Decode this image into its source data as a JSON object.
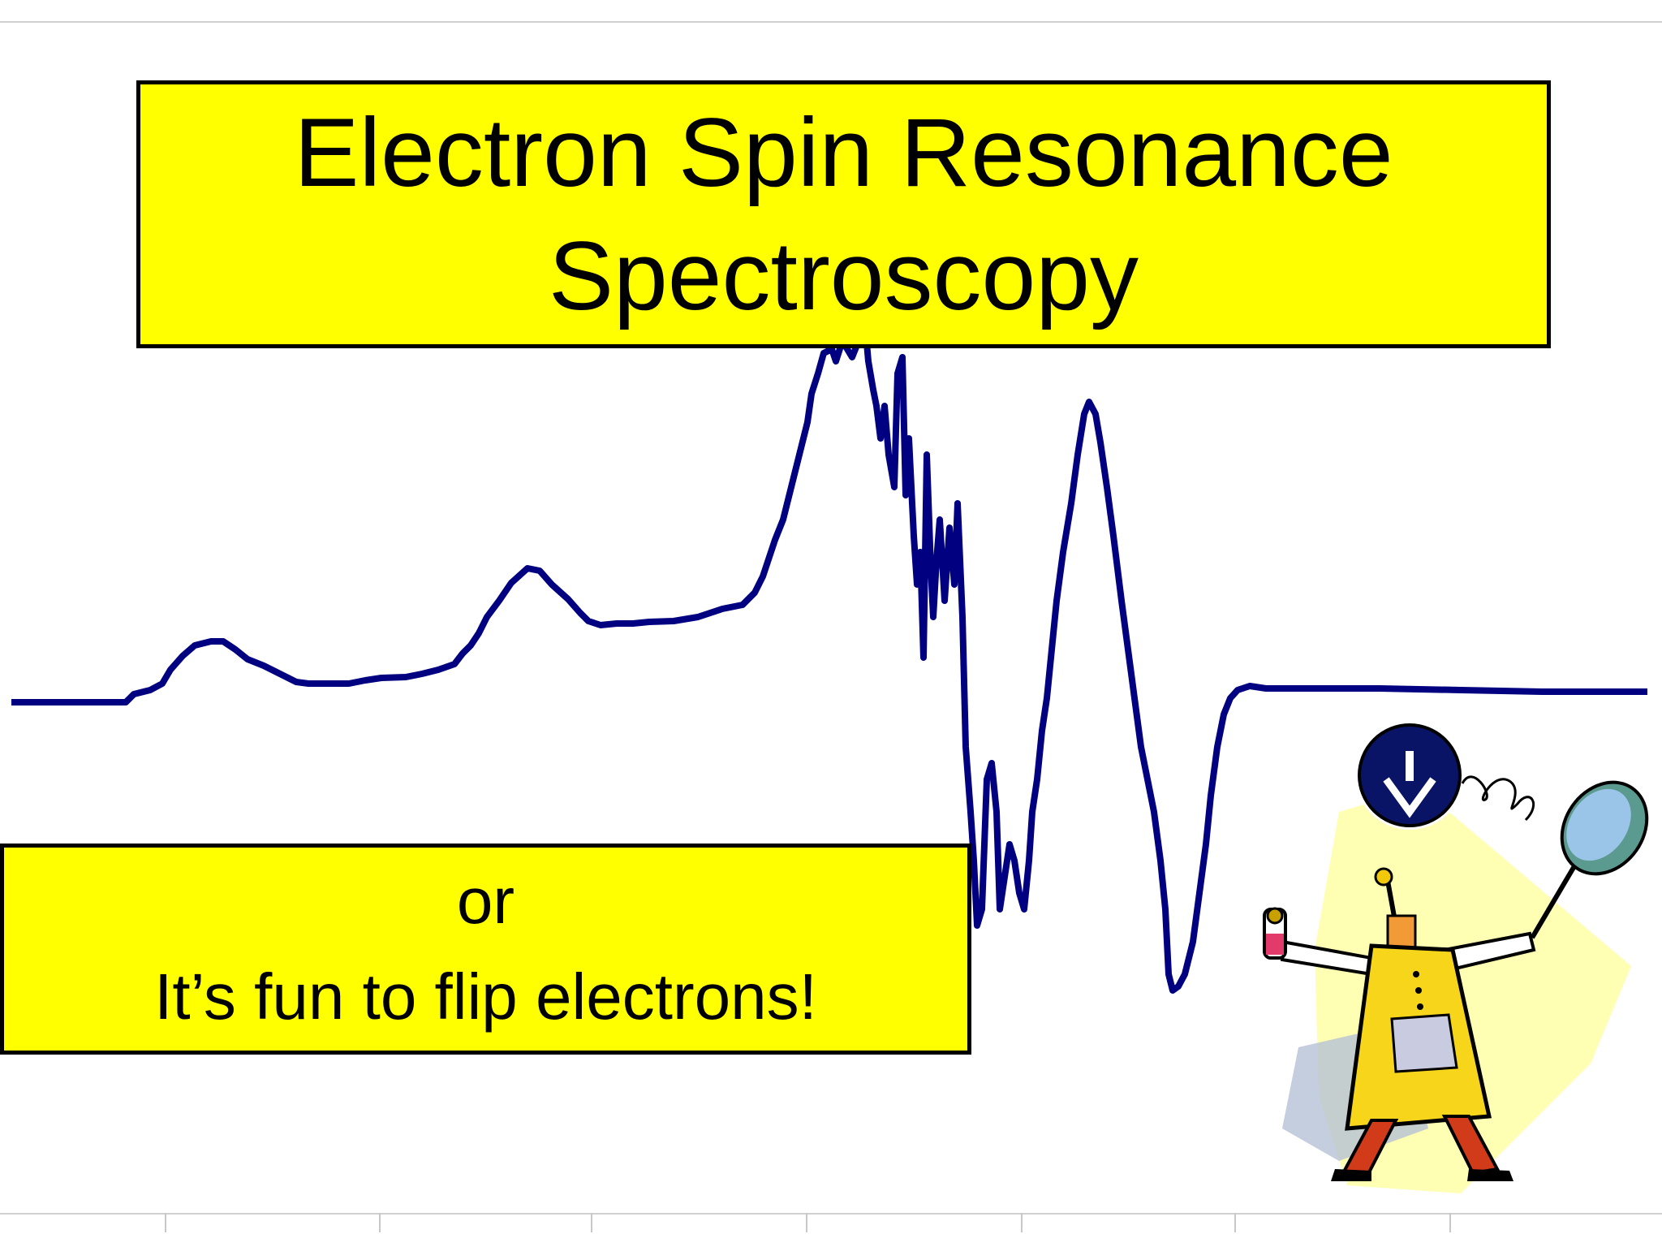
{
  "title": {
    "line1": "Electron Spin Resonance",
    "line2": "Spectroscopy"
  },
  "subtitle": {
    "line1": "or",
    "line2": "It’s fun to flip electrons!"
  },
  "colors": {
    "box_fill": "#ffff00",
    "box_border": "#000000",
    "spectrum_line": "#000080",
    "text": "#000000"
  },
  "clipart": {
    "icon": "scientist-with-down-arrow-icon",
    "badge_icon": "down-arrow-icon"
  }
}
